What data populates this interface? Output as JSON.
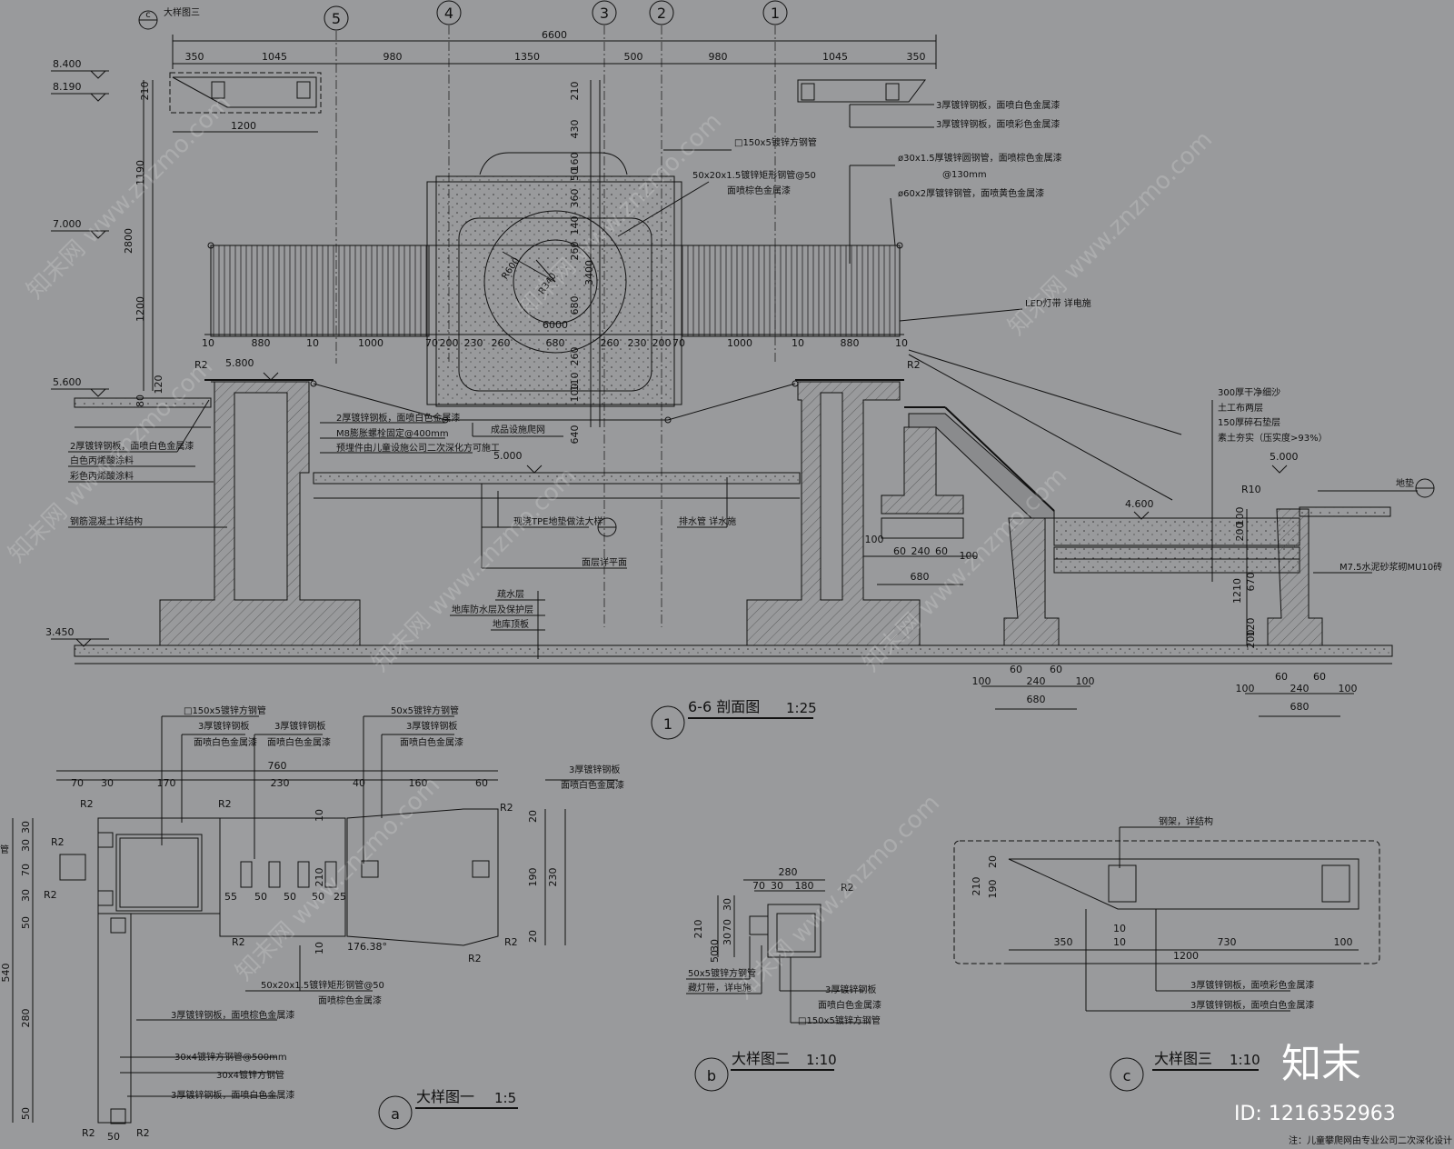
{
  "axes": {
    "a5": "5",
    "a4": "4",
    "a3": "3",
    "a2": "2",
    "a1": "1"
  },
  "header": {
    "detail_tag": "c",
    "detail_title": "大样图三"
  },
  "top_dims": {
    "overall": "6600",
    "row": [
      "350",
      "1045",
      "980",
      "1350",
      "500",
      "980",
      "1045",
      "350"
    ],
    "left_detail_width": "1200"
  },
  "elevations": {
    "e8400": "8.400",
    "e8190": "8.190",
    "e7000": "7.000",
    "e5800": "5.800",
    "e5600": "5.600",
    "e5000a": "5.000",
    "e5000b": "5.000",
    "e4600": "4.600",
    "e3450": "3.450"
  },
  "left_vdims": [
    "210",
    "1190",
    "2800",
    "1200",
    "120",
    "80"
  ],
  "center_vdims": [
    "210",
    "430",
    "160",
    "50",
    "360",
    "140",
    "260",
    "3400",
    "680",
    "260",
    "110",
    "100",
    "640"
  ],
  "deck_dims": [
    "10",
    "880",
    "10",
    "1000",
    "70",
    "200",
    "230",
    "260",
    "680",
    "260",
    "230",
    "200",
    "70",
    "1000",
    "10",
    "880",
    "10"
  ],
  "center": {
    "r600": "R600",
    "r340": "R340",
    "w6000": "6000"
  },
  "notes_right": [
    "3厚镀锌钢板，面喷白色金属漆",
    "3厚镀锌钢板，面喷彩色金属漆",
    "□150x5镀锌方钢管",
    "50x20x1.5镀锌矩形钢管@50",
    "面喷棕色金属漆",
    "ø30x1.5厚镀锌圆钢管，面喷棕色金属漆",
    "@130mm",
    "ø60x2厚镀锌钢管，面喷黄色金属漆",
    "LED灯带 详电施"
  ],
  "notes_left": [
    "2厚镀锌钢板，面喷白色金属漆",
    "白色丙烯酸涂料",
    "彩色丙烯酸涂料",
    "钢筋混凝土详结构"
  ],
  "notes_center": [
    "2厚镀锌钢板，面喷白色金属漆",
    "M8膨胀螺栓固定@400mm",
    "预埋件由儿童设施公司二次深化方可施工",
    "成品设施爬网",
    "现浇TPE地垫做法大样",
    "排水管 详水施",
    "面层详平面",
    "疏水层",
    "地库防水层及保护层",
    "地库顶板"
  ],
  "ground_layers": [
    "300厚干净细沙",
    "土工布两层",
    "150厚碎石垫层",
    "素土夯实（压实度>93%）"
  ],
  "ground": {
    "mortar": "M7.5水泥砂浆砌MU10砖",
    "mat": "地垫",
    "r10": "R10",
    "r2a": "R2",
    "r2b": "R2",
    "vd": [
      "100",
      "200",
      "1210",
      "670",
      "120",
      "200"
    ]
  },
  "footing_dims": [
    "100",
    "60",
    "240",
    "60",
    "100",
    "680"
  ],
  "section": {
    "num": "1",
    "title": "6-6 剖面图",
    "scale": "1:25"
  },
  "detailA": {
    "tag": "a",
    "title": "大样图一",
    "scale": "1:5",
    "labels": [
      "□150x5镀锌方钢管",
      "3厚镀锌钢板",
      "面喷白色金属漆",
      "3厚镀锌钢板",
      "面喷白色金属漆",
      "50x5镀锌方钢管",
      "3厚镀锌钢板",
      "面喷白色金属漆",
      "3厚镀锌钢板",
      "面喷白色金属漆",
      "50x20x1.5镀锌矩形钢管@50",
      "面喷棕色金属漆",
      "3厚镀锌钢板，面喷棕色金属漆",
      "30x4镀锌方钢管@500mm",
      "30x4镀锌方钢管",
      "3厚镀锌钢板，面喷白色金属漆"
    ],
    "dims_top": [
      "70",
      "30",
      "170",
      "230",
      "40",
      "160",
      "60"
    ],
    "dim_760": "760",
    "dims_bottom": [
      "55",
      "50",
      "50",
      "50",
      "25"
    ],
    "vdims": [
      "30",
      "30",
      "70",
      "30",
      "50",
      "540",
      "280",
      "50"
    ],
    "inner_vdims": [
      "10",
      "210",
      "10"
    ],
    "right_vdims": [
      "20",
      "190",
      "230",
      "20"
    ],
    "bottom_w": "50",
    "angle": "176.38°",
    "radii": "R2",
    "cut_left": "管"
  },
  "detailB": {
    "tag": "b",
    "title": "大样图二",
    "scale": "1:10",
    "dims": [
      "280",
      "70",
      "30",
      "180"
    ],
    "vdims": [
      "30",
      "70",
      "30",
      "30",
      "50",
      "210"
    ],
    "radius": "R2",
    "labels": [
      "50x5镀锌方钢管",
      "藏灯带，详电施",
      "3厚镀锌钢板",
      "面喷白色金属漆",
      "□150x5镀锌方钢管"
    ]
  },
  "detailC": {
    "tag": "c",
    "title": "大样图三",
    "scale": "1:10",
    "top_label": "钢架，详结构",
    "dims": [
      "350",
      "10",
      "730",
      "100",
      "1200"
    ],
    "vdims": [
      "210",
      "190",
      "20",
      "10"
    ],
    "labels": [
      "3厚镀锌钢板，面喷彩色金属漆",
      "3厚镀锌钢板，面喷白色金属漆"
    ]
  },
  "watermarks": [
    "知末网 www.znzmo.com",
    "知末网 www.znzmo.com",
    "知末网 www.znzmo.com",
    "知末网 www.znzmo.com",
    "知末网 www.znzmo.com",
    "知末网 www.znzmo.com",
    "知末网 www.znzmo.com",
    "知末网 www.znzmo.com"
  ],
  "brand": {
    "logo": "知末",
    "id": "ID: 1216352963"
  },
  "footnote": "注：儿童攀爬网由专业公司二次深化设计"
}
